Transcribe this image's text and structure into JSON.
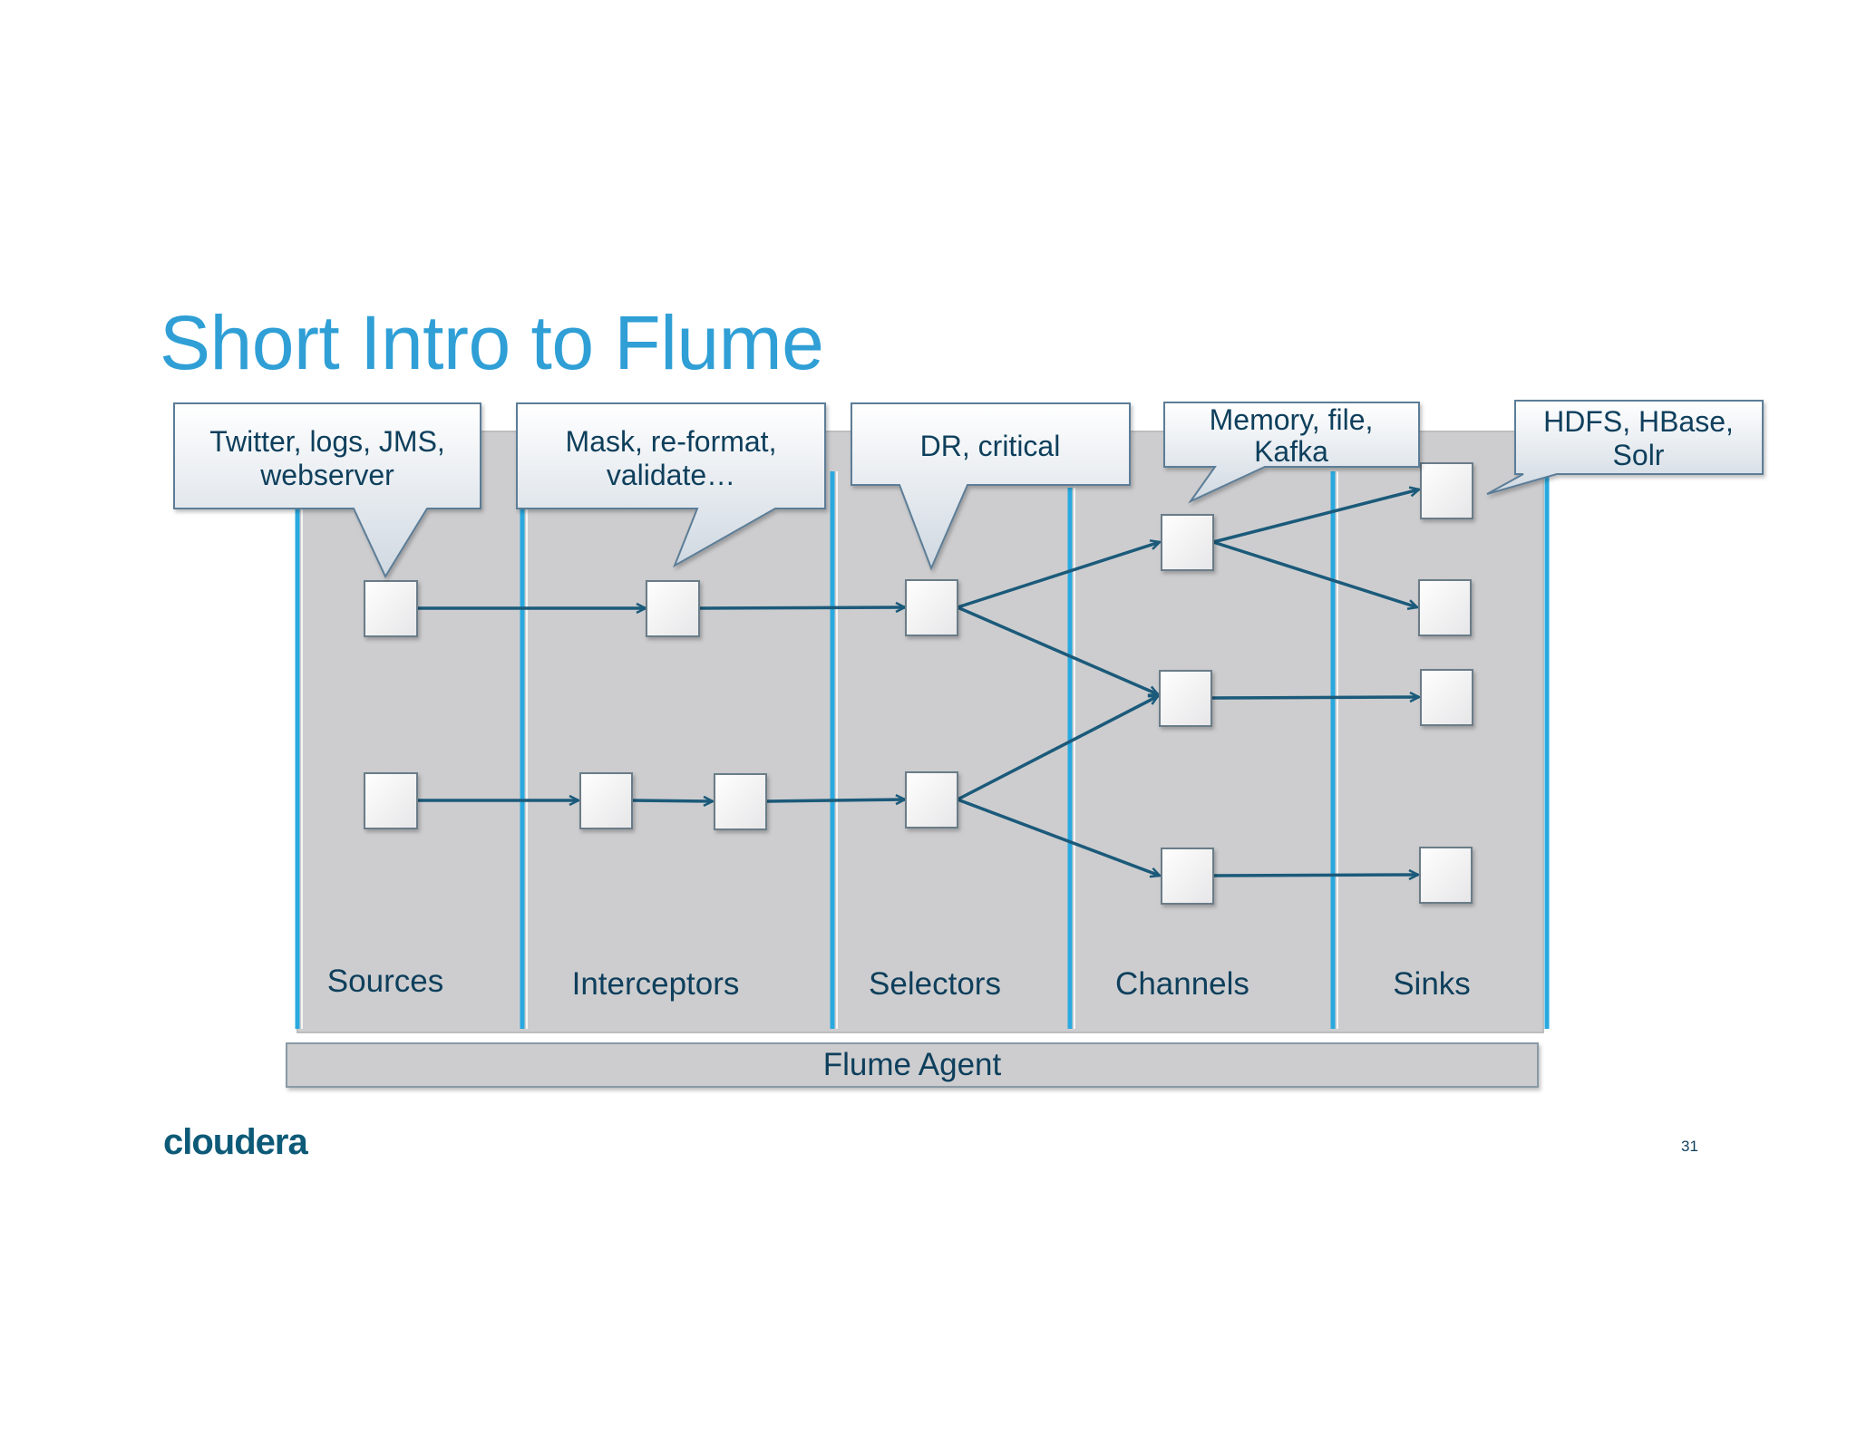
{
  "title": "Short Intro to Flume",
  "columns": [
    {
      "id": "sources",
      "label": "Sources"
    },
    {
      "id": "interceptors",
      "label": "Interceptors"
    },
    {
      "id": "selectors",
      "label": "Selectors"
    },
    {
      "id": "channels",
      "label": "Channels"
    },
    {
      "id": "sinks",
      "label": "Sinks"
    }
  ],
  "agent_label": "Flume Agent",
  "callouts": [
    {
      "id": "sources",
      "lines": [
        "Twitter, logs, JMS,",
        "webserver"
      ]
    },
    {
      "id": "interceptors",
      "lines": [
        "Mask, re-format,",
        "validate…"
      ]
    },
    {
      "id": "selectors",
      "lines": [
        "DR, critical"
      ]
    },
    {
      "id": "channels",
      "lines": [
        "Memory, file,",
        "Kafka"
      ]
    },
    {
      "id": "sinks",
      "lines": [
        "HDFS, HBase,",
        "Solr"
      ]
    }
  ],
  "logo_text": "cloudera",
  "page_number": "31",
  "colors": {
    "title": "#2f9fd6",
    "panel": "#cdcdcf",
    "divider": "#29a9df",
    "arrow": "#1b5a7a",
    "text": "#0e3f5c"
  }
}
